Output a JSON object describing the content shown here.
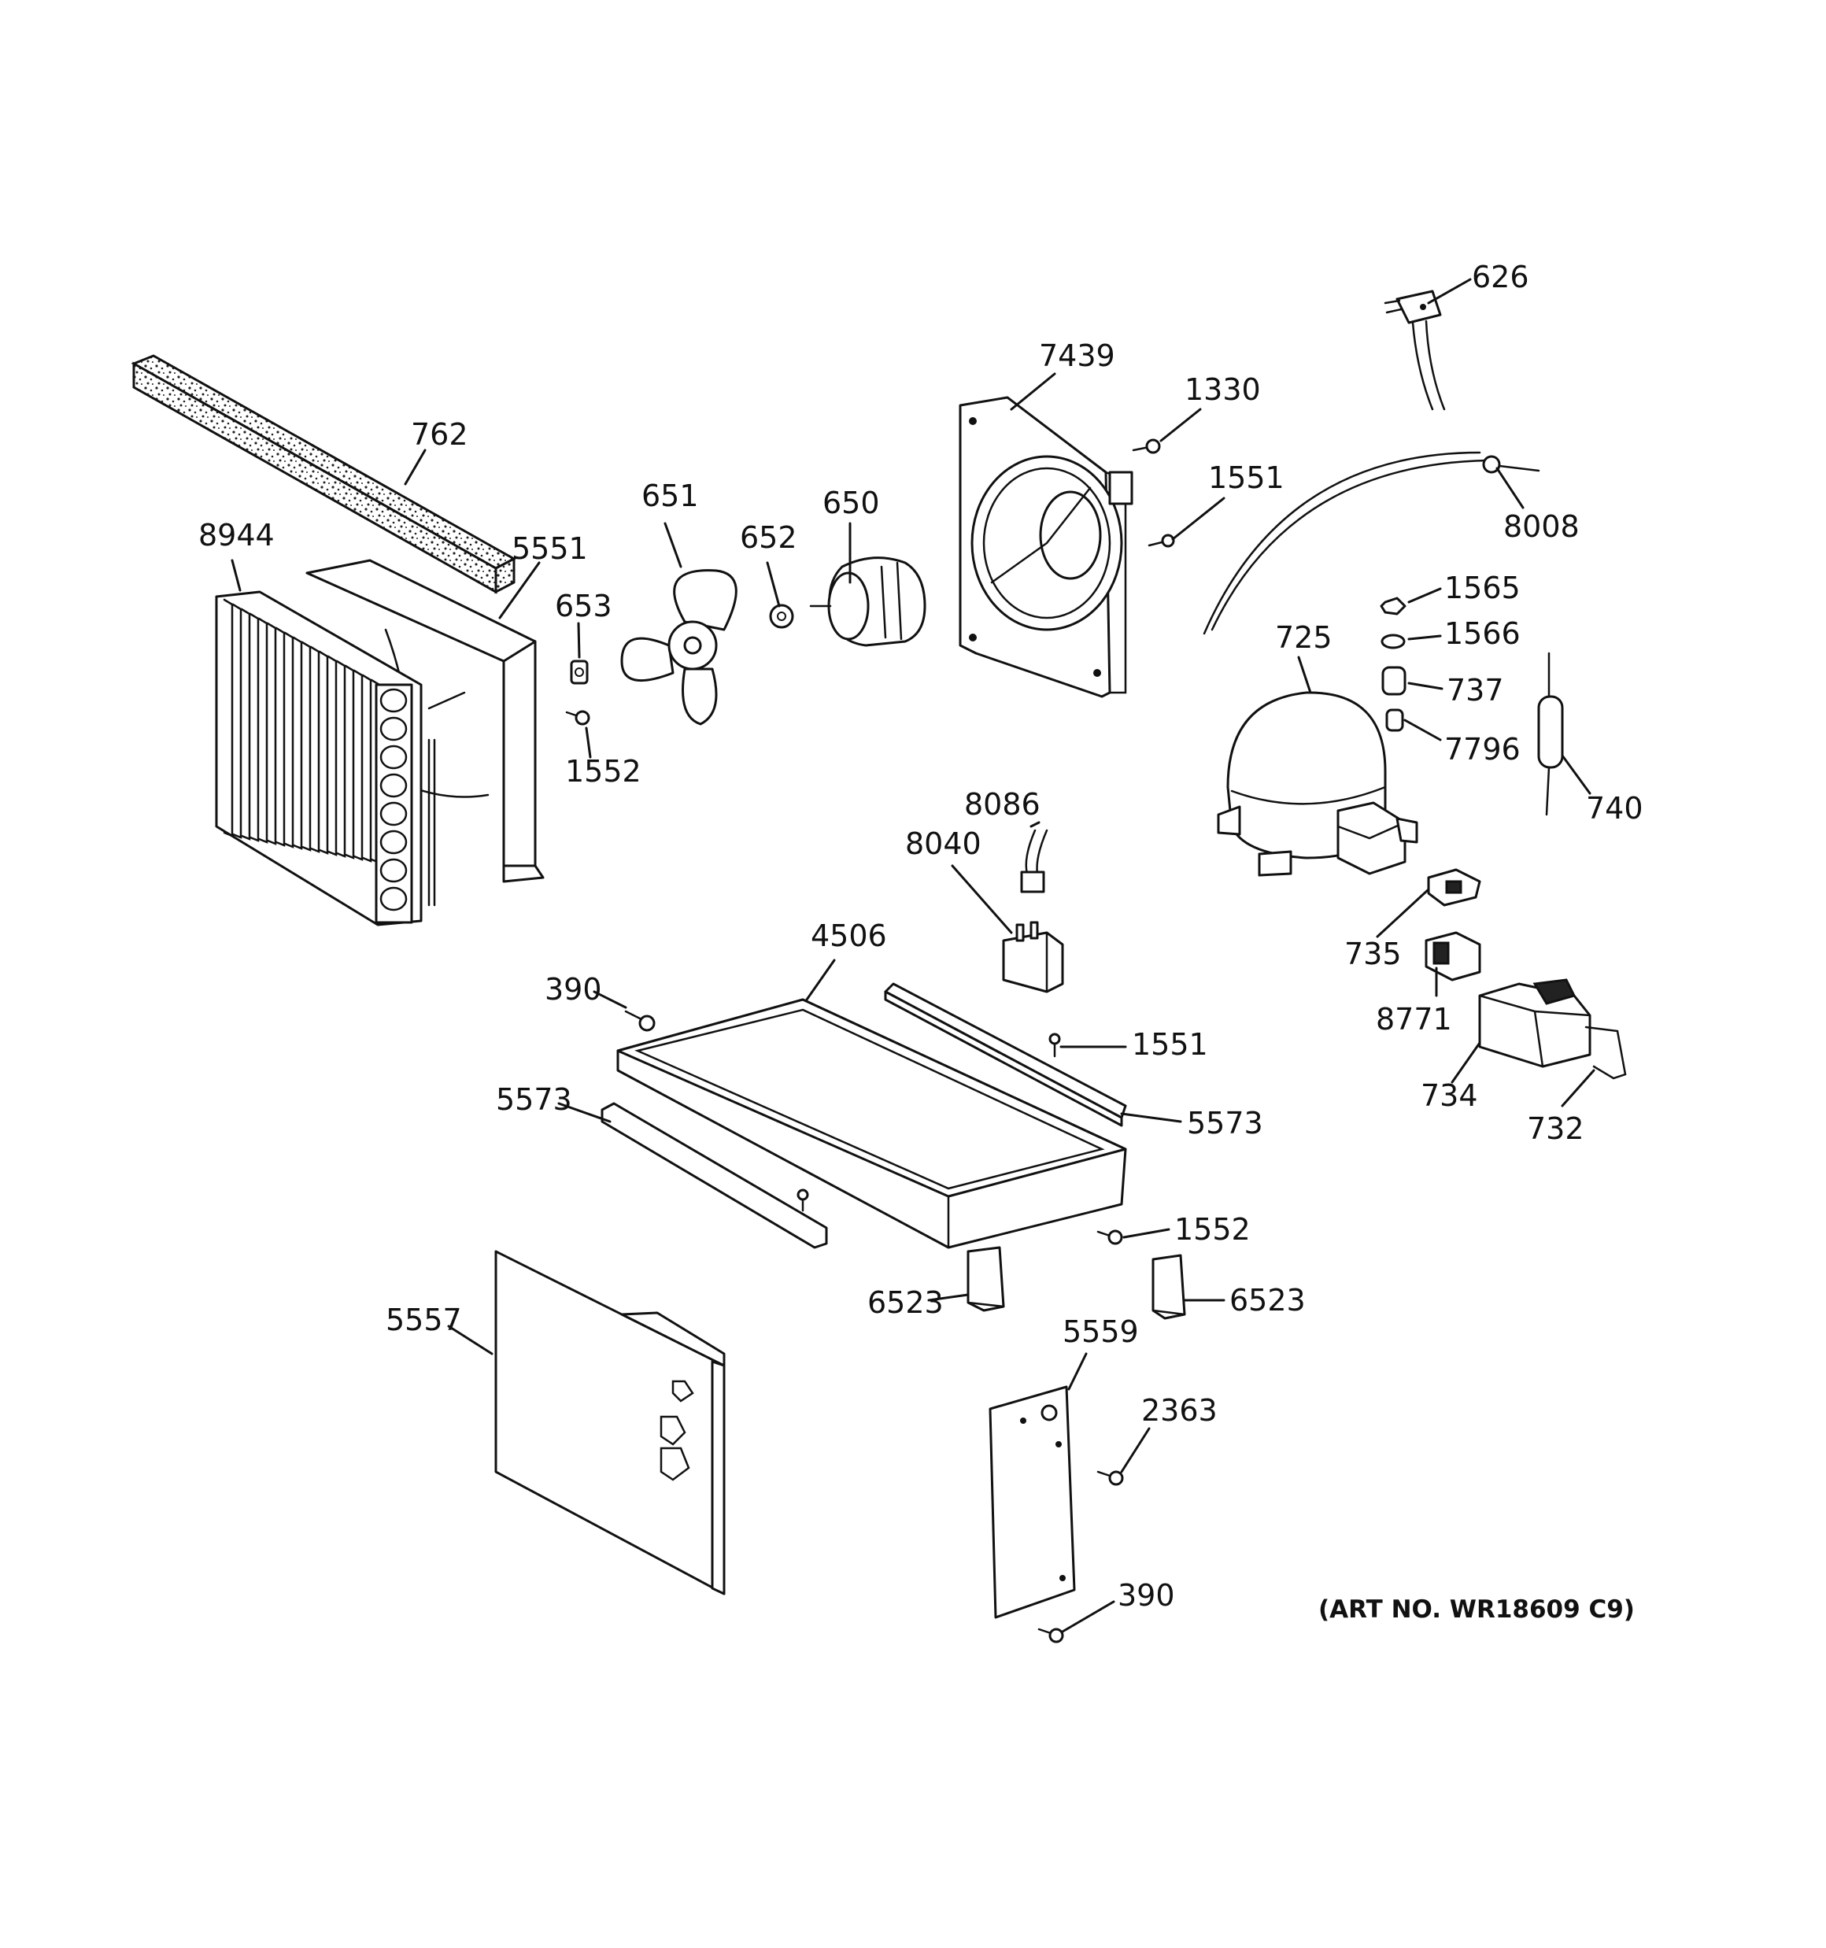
{
  "art_number": "(ART NO. WR18609 C9)",
  "callouts": {
    "c626": "626",
    "c7439": "7439",
    "c1330": "1330",
    "c762": "762",
    "c1551_top": "1551",
    "c8008": "8008",
    "c651": "651",
    "c650": "650",
    "c652": "652",
    "c8944": "8944",
    "c5551": "5551",
    "c653": "653",
    "c1565": "1565",
    "c1566": "1566",
    "c725": "725",
    "c737": "737",
    "c7796": "7796",
    "c1552_top": "1552",
    "c740": "740",
    "c8086": "8086",
    "c8040": "8040",
    "c735": "735",
    "c4506": "4506",
    "c390_top": "390",
    "c8771": "8771",
    "c1551_mid": "1551",
    "c734": "734",
    "c5573_left": "5573",
    "c5573_right": "5573",
    "c732": "732",
    "c1552_mid": "1552",
    "c6523_left": "6523",
    "c6523_right": "6523",
    "c5557": "5557",
    "c5559": "5559",
    "c2363": "2363",
    "c390_bottom": "390"
  }
}
